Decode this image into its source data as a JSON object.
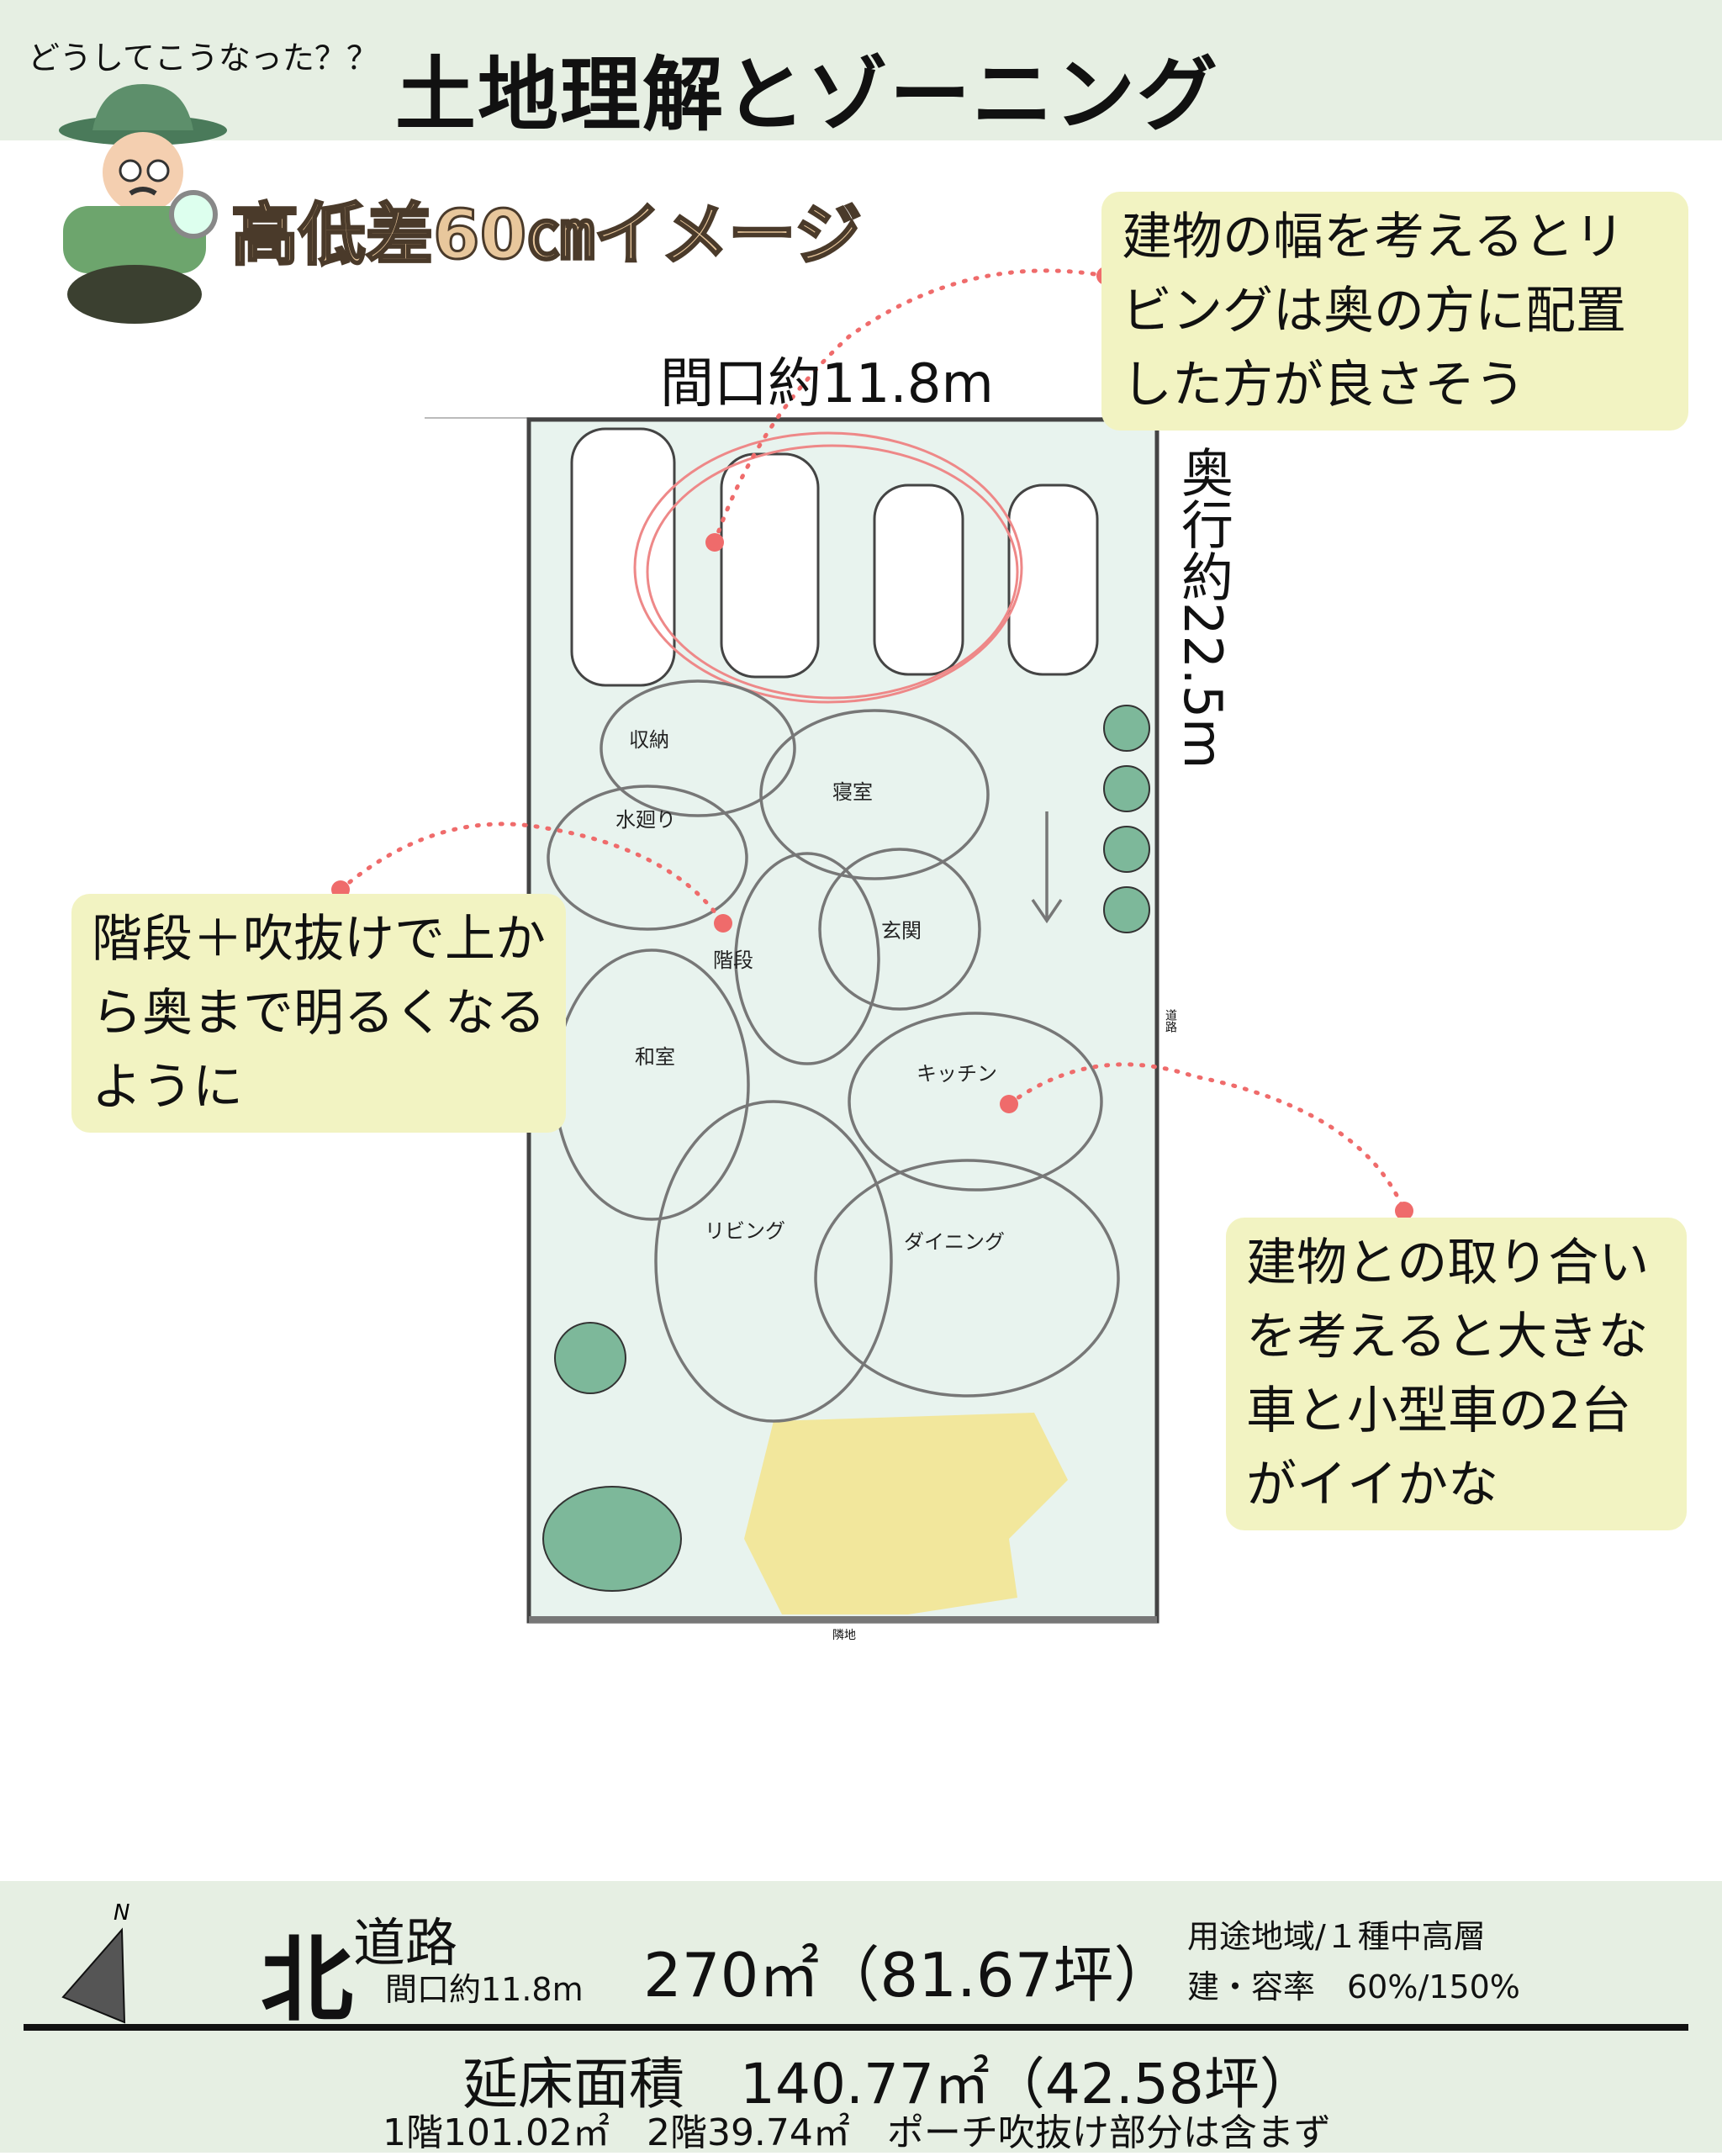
{
  "header": {
    "question": "どうしてこうなった？？",
    "title": "土地理解とゾーニング",
    "subtitle": "高低差60㎝イメージ"
  },
  "bubbles": {
    "top_right": "建物の幅を考えるとリビングは奥の方に配置した方が良さそう",
    "left": "階段＋吹抜けで上から奥まで明るくなるように",
    "right": "建物との取り合いを考えると大きな車と小型車の2台がイイかな"
  },
  "dimensions": {
    "frontage": "間口約11.8m",
    "depth": "奥行約22.5m",
    "road_side": "道路",
    "rear_side": "隣地"
  },
  "zones": [
    "収納",
    "寝室",
    "水廻り",
    "階段",
    "玄関",
    "和室",
    "キッチン",
    "リビング",
    "ダイニング"
  ],
  "footer": {
    "north_letter": "N",
    "north": "北",
    "road": "道路",
    "frontage": "間口約11.8m",
    "area": "270㎡（81.67坪）",
    "zoning": "用途地域/１種中高層",
    "ratio": "建・容率　60%/150%",
    "floor_area": "延床面積　140.77㎡（42.58坪）",
    "floor_detail": "1階101.02㎡　2階39.74㎡　ポーチ吹抜け部分は含まず"
  },
  "colors": {
    "header_bg": "#e6efe3",
    "bubble": "#f2f3c2",
    "plot": "#e8f3ee",
    "accent": "#ef6b6b"
  }
}
